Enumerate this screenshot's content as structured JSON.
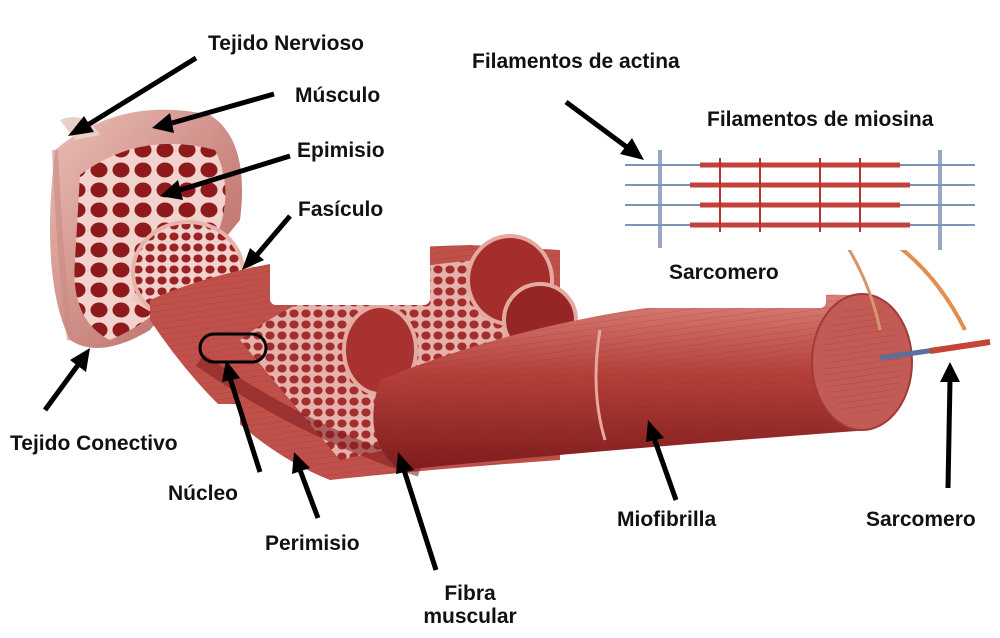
{
  "labels": {
    "tejido_nervioso": "Tejido Nervioso",
    "musculo": "Músculo",
    "epimisio": "Epimisio",
    "fasciculo": "Fasículo",
    "filamentos_actina": "Filamentos de actina",
    "filamentos_miosina": "Filamentos de miosina",
    "sarcomero_top": "Sarcomero",
    "tejido_conectivo": "Tejido Conectivo",
    "nucleo": "Núcleo",
    "perimisio": "Perimisio",
    "fibra_muscular_line1": "Fibra",
    "fibra_muscular_line2": "muscular",
    "miofibrilla": "Miofibrilla",
    "sarcomero_bottom": "Sarcomero"
  },
  "colors": {
    "muscle_dark": "#8e1a1c",
    "muscle_mid": "#b5403a",
    "muscle_light": "#d9827a",
    "connective": "#eac0b8",
    "filament_blue": "#7d93b8",
    "arrow": "#000000"
  }
}
